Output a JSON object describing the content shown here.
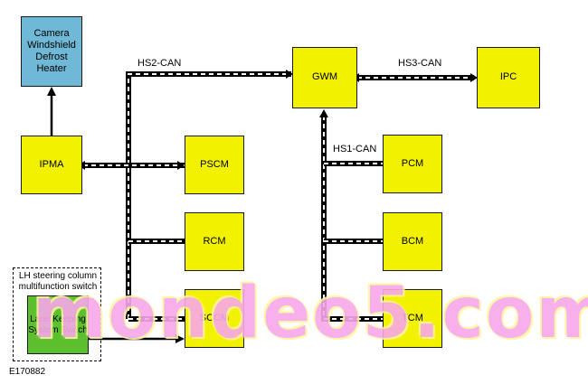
{
  "modules": {
    "camera": "Camera\nWindshield\nDefrost\nHeater",
    "ipma": "IPMA",
    "pscm": "PSCM",
    "rcm": "RCM",
    "sccm": "SCCM",
    "gwm": "GWM",
    "ipc": "IPC",
    "pcm": "PCM",
    "bcm": "BCM",
    "tcm": "TCM",
    "lks": "Lane Keeping\nSystem Switch"
  },
  "networks": {
    "hs2": "HS2-CAN",
    "hs3": "HS3-CAN",
    "hs1": "HS1-CAN"
  },
  "steering_group_label": "LH steering column\nmultifunction switch",
  "figure_id": "E170882",
  "watermark": "mondeo5.com",
  "colors": {
    "module_fill": "#f2f200",
    "camera_fill": "#6fb8d6",
    "switch_fill": "#5cbf2e",
    "watermark": "#f7a8ea"
  }
}
